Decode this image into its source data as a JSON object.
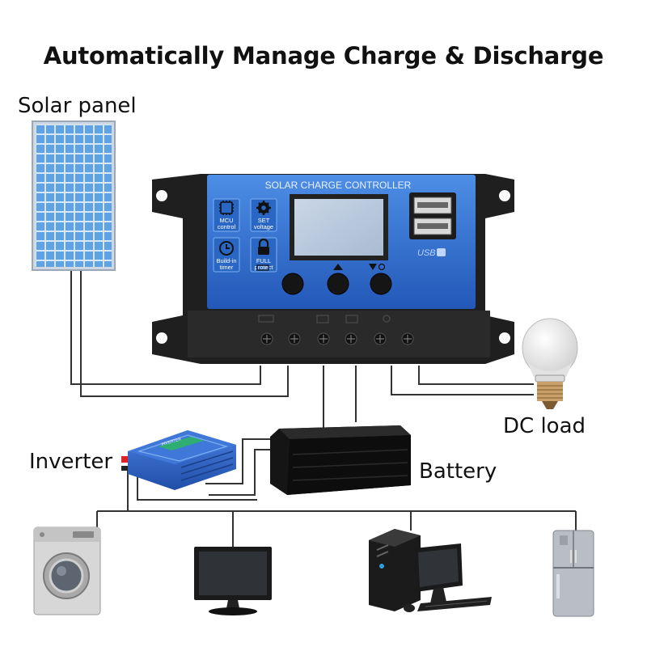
{
  "title": "Automatically Manage Charge & Discharge",
  "labels": {
    "solar_panel": "Solar panel",
    "dc_load": "DC load",
    "inverter": "Inverter",
    "battery": "Battery"
  },
  "controller": {
    "header": "SOLAR CHARGE CONTROLLER",
    "features": [
      {
        "line1": "MCU",
        "line2": "control",
        "icon": "chip-icon"
      },
      {
        "line1": "SET",
        "line2": "voltage",
        "icon": "gear-icon"
      },
      {
        "line1": "Build-in",
        "line2": "timer",
        "icon": "clock-icon"
      },
      {
        "line1": "FULL",
        "line2": "protect",
        "icon": "lock-icon"
      }
    ],
    "usb_label": "USB",
    "inverter_label": "INVERTER"
  },
  "appliances": [
    "washing-machine-icon",
    "monitor-icon",
    "desktop-computer-icon",
    "refrigerator-icon"
  ],
  "colors": {
    "controller_blue": "#2f6fd6",
    "controller_body": "#1f1f1f",
    "panel_blue": "#3a7fd0",
    "wire": "#333333"
  }
}
